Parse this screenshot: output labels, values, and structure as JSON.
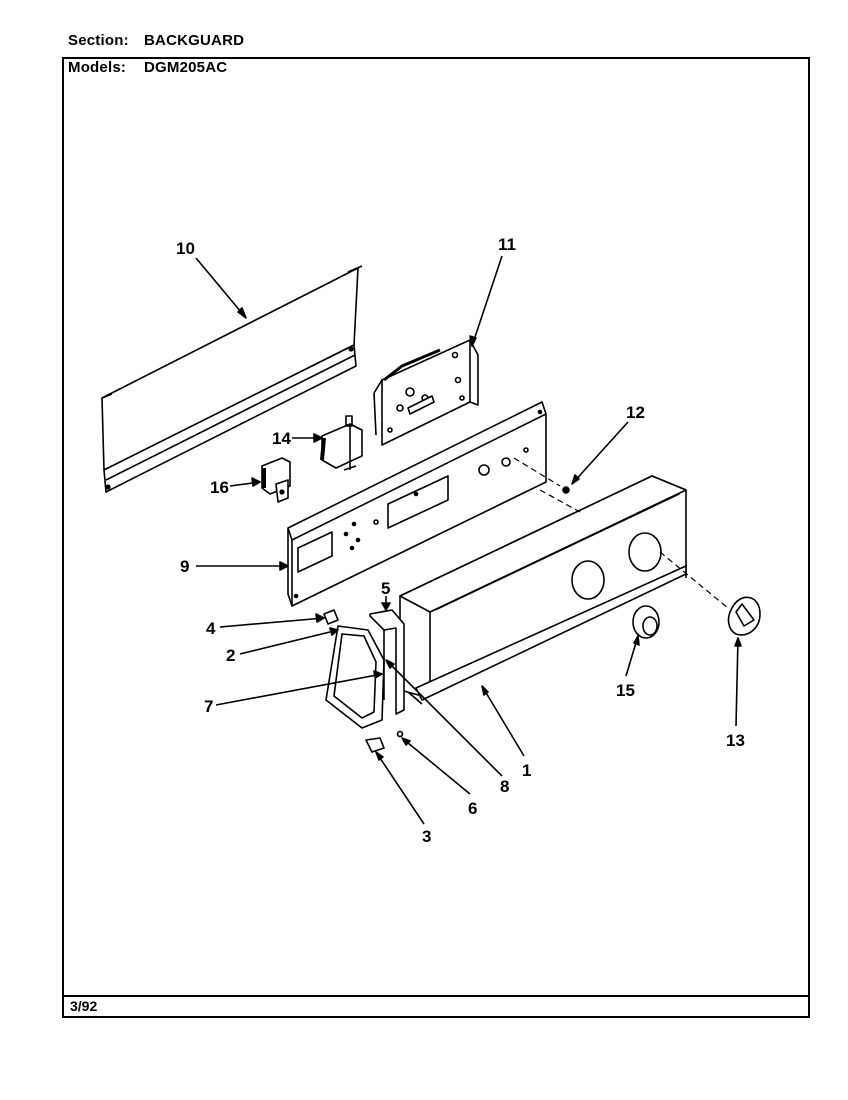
{
  "header": {
    "section_label": "Section:",
    "section_value": "BACKGUARD",
    "models_label": "Models:",
    "models_value": "DGM205AC"
  },
  "footer": {
    "date": "3/92"
  },
  "callouts": [
    "10",
    "11",
    "12",
    "14",
    "16",
    "9",
    "5",
    "4",
    "2",
    "7",
    "8",
    "6",
    "3",
    "1",
    "15",
    "13"
  ]
}
